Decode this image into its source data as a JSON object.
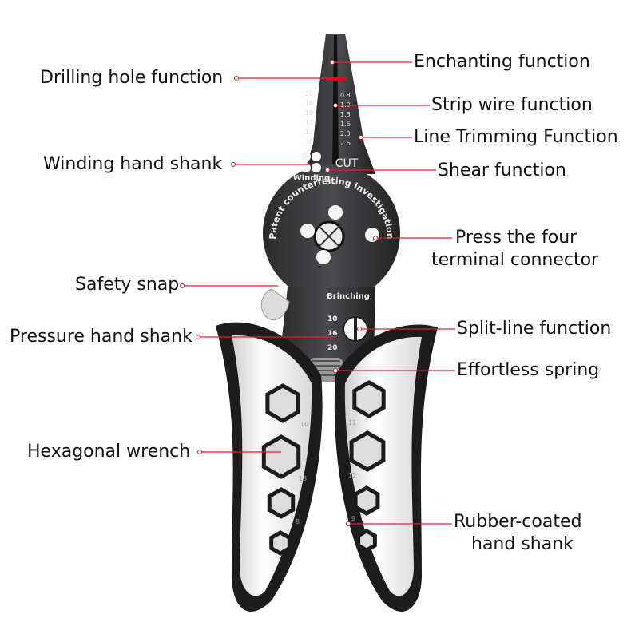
{
  "labels": {
    "enchanting": "Enchanting function",
    "drilling_hole": "Drilling hole function",
    "strip_wire": "Strip wire function",
    "line_trimming": "Line Trimming Function",
    "winding_hand_shank": "Winding hand shank",
    "shear": "Shear function",
    "press_four_line1": "Press the four",
    "press_four_line2": "terminal connector",
    "safety_snap": "Safety snap",
    "pressure_hand_shank": "Pressure hand shank",
    "split_line": "Split-line function",
    "effortless_spring": "Effortless spring",
    "hexagonal_wrench": "Hexagonal wrench",
    "rubber_coated_line1": "Rubber-coated",
    "rubber_coated_line2": "hand shank"
  },
  "tool_markings": {
    "cut": "CUT",
    "winding": "Winding",
    "brinching": "Brinching",
    "circle_text": "Patent counterfeiting investigation",
    "gauge_awg_left": [
      "20",
      "18",
      "16",
      "14",
      "12",
      "10"
    ],
    "gauge_mm_right": [
      "0.8",
      "1.0",
      "1.3",
      "1.6",
      "2.0",
      "2.6"
    ],
    "crimp_sizes": [
      "10",
      "16",
      "20"
    ],
    "hex_left_sizes": [
      "10",
      "13",
      "8"
    ],
    "hex_right_sizes": [
      "11",
      "12",
      "9"
    ]
  },
  "colors": {
    "pointer_line": "#e0202a",
    "steel": "#3a3a3c",
    "grip_black": "#1c1c1e",
    "grip_white": "#f2f2f2"
  }
}
